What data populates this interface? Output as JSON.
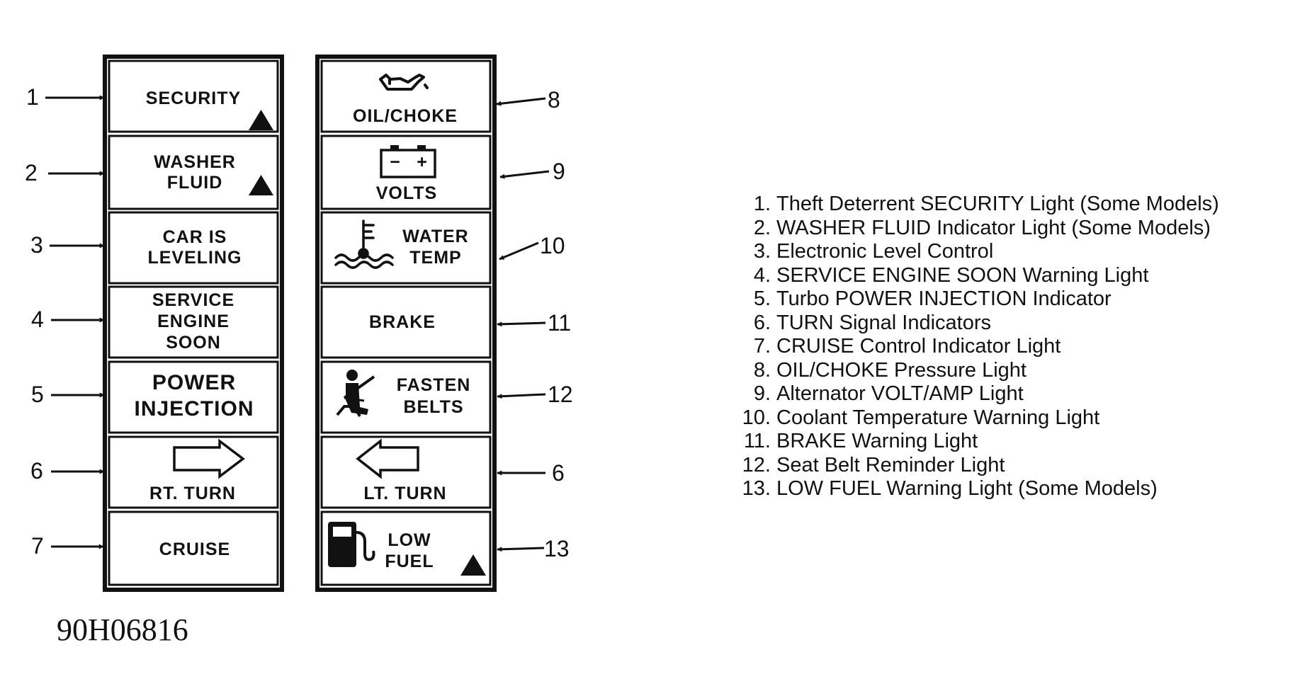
{
  "panels": {
    "left": [
      {
        "lines": [
          "SECURITY"
        ],
        "callout": "1",
        "triangle": true
      },
      {
        "lines": [
          "WASHER",
          "FLUID"
        ],
        "callout": "2",
        "triangle": true
      },
      {
        "lines": [
          "CAR IS",
          "LEVELING"
        ],
        "callout": "3"
      },
      {
        "lines": [
          "SERVICE",
          "ENGINE",
          "SOON"
        ],
        "callout": "4"
      },
      {
        "lines": [
          "POWER",
          "INJECTION"
        ],
        "callout": "5"
      },
      {
        "lines": [
          "RT. TURN"
        ],
        "callout": "6",
        "icon": "right-arrow-icon"
      },
      {
        "lines": [
          "CRUISE"
        ],
        "callout": "7"
      }
    ],
    "right": [
      {
        "lines": [
          "OIL/CHOKE"
        ],
        "callout": "8",
        "icon": "oil-can-icon"
      },
      {
        "lines": [
          "VOLTS"
        ],
        "callout": "9",
        "icon": "battery-icon"
      },
      {
        "lines": [
          "WATER",
          "TEMP"
        ],
        "callout": "10",
        "icon": "coolant-temperature-icon"
      },
      {
        "lines": [
          "BRAKE"
        ],
        "callout": "11"
      },
      {
        "lines": [
          "FASTEN",
          "BELTS"
        ],
        "callout": "12",
        "icon": "seatbelt-icon"
      },
      {
        "lines": [
          "LT. TURN"
        ],
        "callout": "6",
        "icon": "left-arrow-icon"
      },
      {
        "lines": [
          "LOW",
          "FUEL"
        ],
        "callout": "13",
        "icon": "fuel-pump-icon",
        "triangle": true
      }
    ]
  },
  "battery_symbols": {
    "minus": "−",
    "plus": "+"
  },
  "figure_id": "90H06816",
  "legend": [
    {
      "num": "1.",
      "text": "Theft Deterrent SECURITY Light (Some Models)"
    },
    {
      "num": "2.",
      "text": "WASHER FLUID Indicator Light (Some Models)"
    },
    {
      "num": "3.",
      "text": "Electronic Level Control"
    },
    {
      "num": "4.",
      "text": "SERVICE ENGINE SOON Warning Light"
    },
    {
      "num": "5.",
      "text": "Turbo POWER INJECTION Indicator"
    },
    {
      "num": "6.",
      "text": "TURN Signal Indicators"
    },
    {
      "num": "7.",
      "text": "CRUISE Control Indicator Light"
    },
    {
      "num": "8.",
      "text": "OIL/CHOKE Pressure Light"
    },
    {
      "num": "9.",
      "text": "Alternator VOLT/AMP Light"
    },
    {
      "num": "10.",
      "text": "Coolant Temperature Warning Light"
    },
    {
      "num": "11.",
      "text": "BRAKE Warning Light"
    },
    {
      "num": "12.",
      "text": "Seat Belt Reminder Light"
    },
    {
      "num": "13.",
      "text": "LOW FUEL Warning Light (Some Models)"
    }
  ]
}
